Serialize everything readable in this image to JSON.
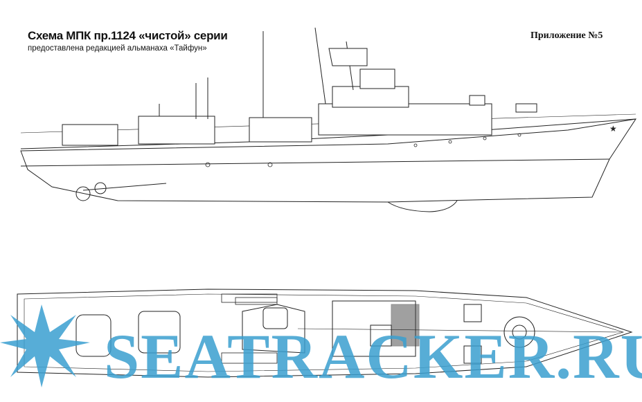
{
  "header": {
    "title": "Схема МПК пр.1124 «чистой» серии",
    "subtitle": "предоставлена редакцией альманаха «Тайфун»",
    "appendix": "Приложение №5"
  },
  "drawings": {
    "side_view": "ship-side-profile",
    "top_view": "ship-deck-plan"
  },
  "watermark": {
    "text": "SEATRACKER.RU",
    "color": "#3a9fd0"
  }
}
